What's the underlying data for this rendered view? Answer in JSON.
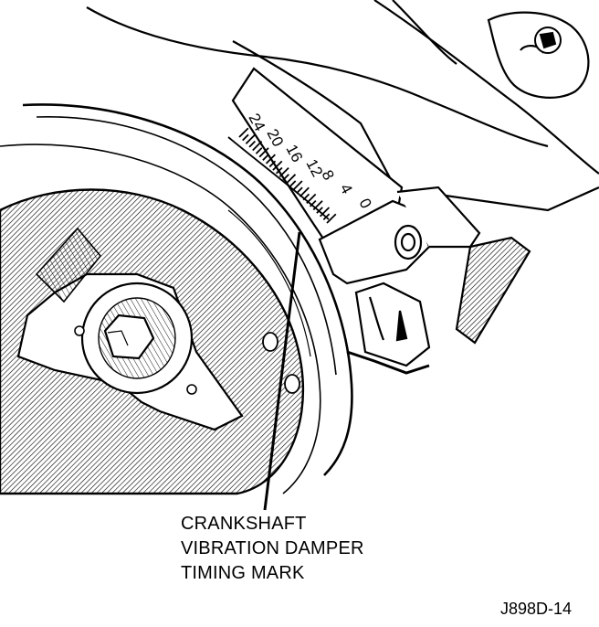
{
  "timing_scale": {
    "labels": [
      "24",
      "20",
      "16",
      "12",
      "8",
      "4",
      "0"
    ]
  },
  "callout": {
    "line1": "CRANKSHAFT",
    "line2": "VIBRATION DAMPER",
    "line3": "TIMING MARK"
  },
  "figure_id": "J898D-14"
}
